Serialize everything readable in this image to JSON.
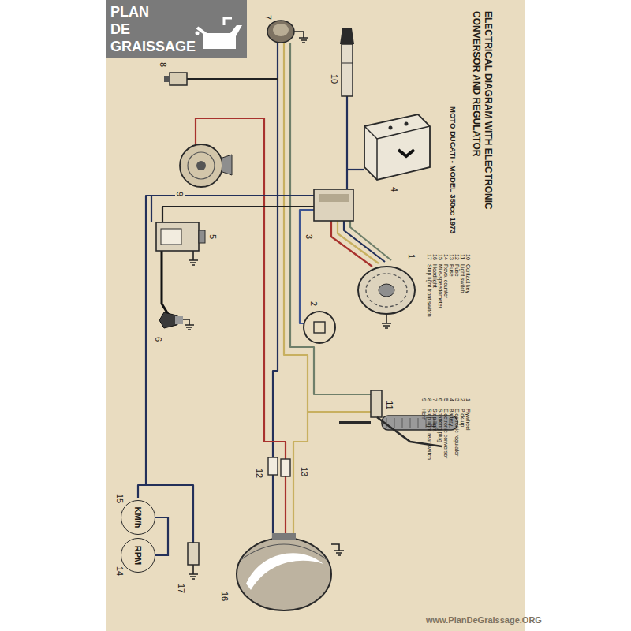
{
  "diagram": {
    "title": "ELECTRICAL DIAGRAM WITH ELECTRONIC CONVERSOR AND REGULATOR",
    "nodes": [
      {
        "text": [
          "KM/h"
        ]
      },
      {
        "text": [
          "RPM"
        ]
      }
    ],
    "edges": [
      {
        "from": 0,
        "to": 1,
        "arrow": "none"
      }
    ],
    "labels": [
      "PLAN DE GRAISSAGE",
      "MOTO DUCATI - MODEL 350cc 1973",
      "1",
      "Flywheel",
      "2",
      "Pick-up",
      "3",
      "Electronic regulator",
      "4",
      "Battery",
      "5",
      "Electronic conversor",
      "6",
      "Sparking plug",
      "7",
      "Stop light",
      "8",
      "Stop light rear switch",
      "9",
      "Horn",
      "10",
      "Contact key",
      "11",
      "Light switch",
      "12",
      "Fuse",
      "13",
      "Fuse",
      "14",
      "Revs. counter",
      "15",
      "Mile-speedometer",
      "16",
      "Headlight",
      "17",
      "Stop light front switch",
      "7",
      "10",
      "8",
      "4",
      "9",
      "3",
      "5",
      "1",
      "2",
      "6",
      "11",
      "12",
      "13",
      "15",
      "14",
      "17",
      "16",
      "www.PlanDeGraissage.ORG"
    ]
  }
}
